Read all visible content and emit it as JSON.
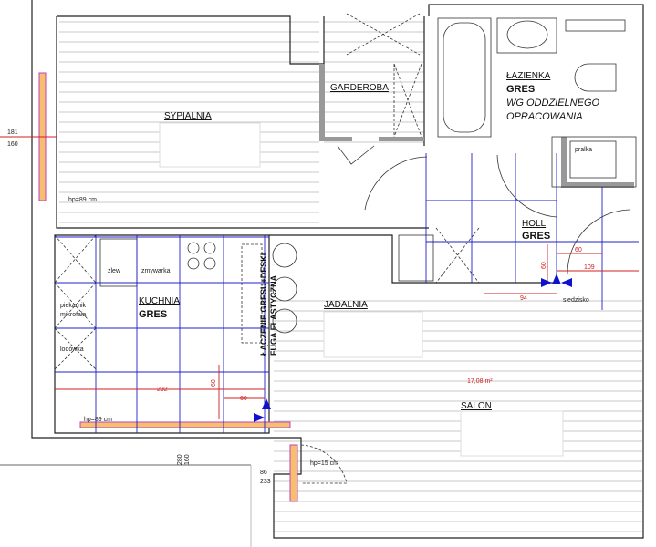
{
  "rooms": {
    "bedroom": {
      "name": "SYPIALNIA"
    },
    "wardrobe": {
      "name": "GARDEROBA"
    },
    "bathroom": {
      "name": "ŁAZIENKA",
      "floor": "GRES",
      "note_line1": "WG ODDZIELNEGO",
      "note_line2": "OPRACOWANIA"
    },
    "hall": {
      "name": "HOLL",
      "floor": "GRES"
    },
    "kitchen": {
      "name": "KUCHNIA",
      "floor": "GRES"
    },
    "dining": {
      "name": "JADALNIA"
    },
    "living": {
      "name": "SALON",
      "area": "17,08 m²"
    }
  },
  "fixtures": {
    "washer": "pralka",
    "sink": "zlew",
    "dishwasher": "zmywarka",
    "oven": "piekarnik",
    "microwave": "mikrofala",
    "fridge": "lodówka",
    "seat": "siedzisko"
  },
  "notes": {
    "joint_line1": "ŁĄCZENIE GRESU+DESKI",
    "joint_line2": "FUGA ELASTYCZNA",
    "bedroom_window_hp": "hp=89 cm",
    "kitchen_window_hp": "hp=89 cm",
    "balcony_door_hp": "hp=15 cm"
  },
  "dimensions": {
    "hall_60": "60",
    "hall_109": "109",
    "hall_60_vertical": "60",
    "hall_94": "94",
    "kitchen_292": "292",
    "kitchen_60": "60",
    "kitchen_60_vertical": "60",
    "bedroom_window_top": "181",
    "bedroom_window_bottom": "160",
    "kitchen_window_top": "280",
    "kitchen_window_bottom": "160",
    "balcony_top": "86",
    "balcony_bottom": "233"
  },
  "colors": {
    "grid": "#2020c8",
    "dimension": "#d02020",
    "window": "#c040c0"
  }
}
